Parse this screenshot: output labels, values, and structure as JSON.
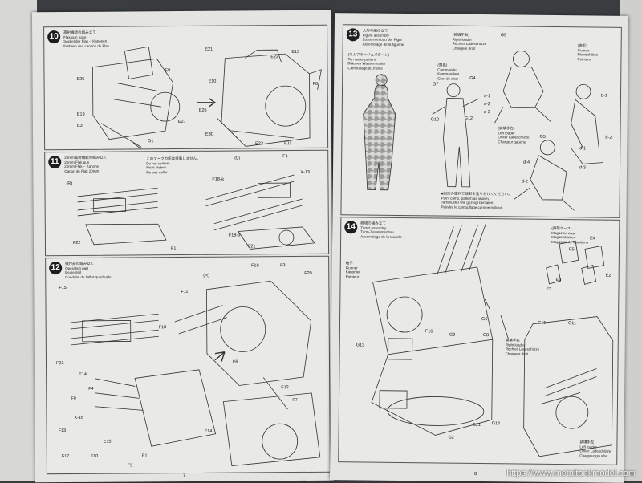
{
  "steps": {
    "s10": {
      "num": "10",
      "jp": "高射機銃の組み立て",
      "en": "Flak gun base",
      "de": "Sockel der Flak – Kanonen",
      "fr": "Embase des canons de Flak"
    },
    "s11": {
      "num": "11",
      "jp": "20mm高射機銃の組み立て",
      "en": "20mm Flak gun",
      "de": "20mm Flak – Kanone",
      "fr": "Canon de Flak 20mm",
      "note_jp": "このマークの所は接着しません。",
      "note_en": "Do not cement.",
      "note_de": "Nicht kleben.",
      "note_fr": "Ne pas coller."
    },
    "s12": {
      "num": "12",
      "jp": "操作部の組み立て",
      "en": "Operation part",
      "de": "Bedienteil",
      "fr": "Conduite de l'affut quadruple"
    },
    "s13": {
      "num": "13",
      "jp": "人形の組み立て",
      "en": "Figure assembly",
      "de": "Zusammenbau der Figur",
      "fr": "Assemblage de la figurine"
    },
    "s14": {
      "num": "14",
      "jp": "砲塔の組み立て",
      "en": "Turret assembly",
      "de": "Turm-Zusammenbau",
      "fr": "Assemblage de la tourelle"
    }
  },
  "labels": {
    "s10": [
      "E21",
      "E22",
      "E13",
      "E8",
      "E26",
      "E19",
      "E3",
      "E27",
      "G1",
      "E10",
      "E26",
      "E30",
      "E23",
      "E11",
      "F8"
    ],
    "s11": [
      "F1",
      "F18-a",
      "F18-b",
      "F21",
      "F22",
      "F1",
      "(L)",
      "(R)",
      "X-13"
    ],
    "s12": [
      "F19",
      "F3",
      "F20",
      "F11",
      "F6",
      "F12",
      "F7",
      "F23",
      "E14",
      "F4",
      "F9",
      "F17",
      "F10",
      "E15",
      "E1",
      "F5",
      "F15",
      "F18",
      "F13",
      "E14",
      "(R)",
      "X-16"
    ],
    "s13": [
      "G5",
      "G4",
      "G7",
      "G10",
      "G12",
      "G5",
      "b-1",
      "b-2",
      "d-1",
      "d-2",
      "d-3",
      "d-4",
      "a-1",
      "a-2",
      "a-3"
    ],
    "s14": [
      "G13",
      "G3",
      "G6",
      "G8",
      "G11",
      "G15",
      "G21",
      "G2",
      "F16",
      "G14",
      "E3",
      "E4",
      "E5",
      "E2",
      "E3"
    ]
  },
  "s13_figures": {
    "camo_jp": "(カムフラージュパターン)",
    "camo_en": "Tan water pattern",
    "camo_de": "Bräunes Wassermuster",
    "camo_fr": "Camouflage du treillis",
    "commander_jp": "(車長)",
    "commander_en": "Commander",
    "commander_de": "Kommandant",
    "commander_fr": "Chef de char",
    "right_jp": "(装填手右)",
    "right_en": "Right loader",
    "right_de": "Rechter Ladeschütze",
    "right_fr": "Chargeur droit",
    "left_jp": "(装填手左)",
    "left_en": "Left loader",
    "left_de": "Linker Ladeschütze",
    "left_fr": "Chargeur gauche",
    "gunner_jp": "(砲手)",
    "gunner_en": "Gunner",
    "gunner_de": "Richtschütze",
    "gunner_fr": "Pointeur",
    "note_jp": "■別売の塗料で迷彩を塗り分けてください。",
    "note_en": "Paint camo. pattern as shown.",
    "note_de": "Tarnmuster wie gezeigt bemalen.",
    "note_fr": "Peindre le camouflage comme indiqué."
  },
  "s14_extra": {
    "magazine_jp": "(弾薬ケース)",
    "magazine_en": "Magazine case",
    "magazine_de": "Magazinkasten",
    "magazine_fr": "Magasins de munitions",
    "gunner_jp": "砲手",
    "gunner_en": "Gunner",
    "gunner_de": "Kanonier",
    "gunner_fr": "Pointeur",
    "right_jp": "装填手右",
    "right_en": "Right loader",
    "right_de": "Rechter Ladeschütze",
    "right_fr": "Chargeur droit",
    "left_jp": "装填手左",
    "left_en": "Left loader",
    "left_de": "Linker Ladeschütze",
    "left_fr": "Chargeur gauche"
  },
  "page_numbers": {
    "left": "7",
    "right": "8"
  },
  "watermark": "https://www.metaltankmodel.com",
  "colors": {
    "background": "#3a3d40",
    "paper": "#e4e5e2",
    "ink": "#1d1d1d"
  }
}
